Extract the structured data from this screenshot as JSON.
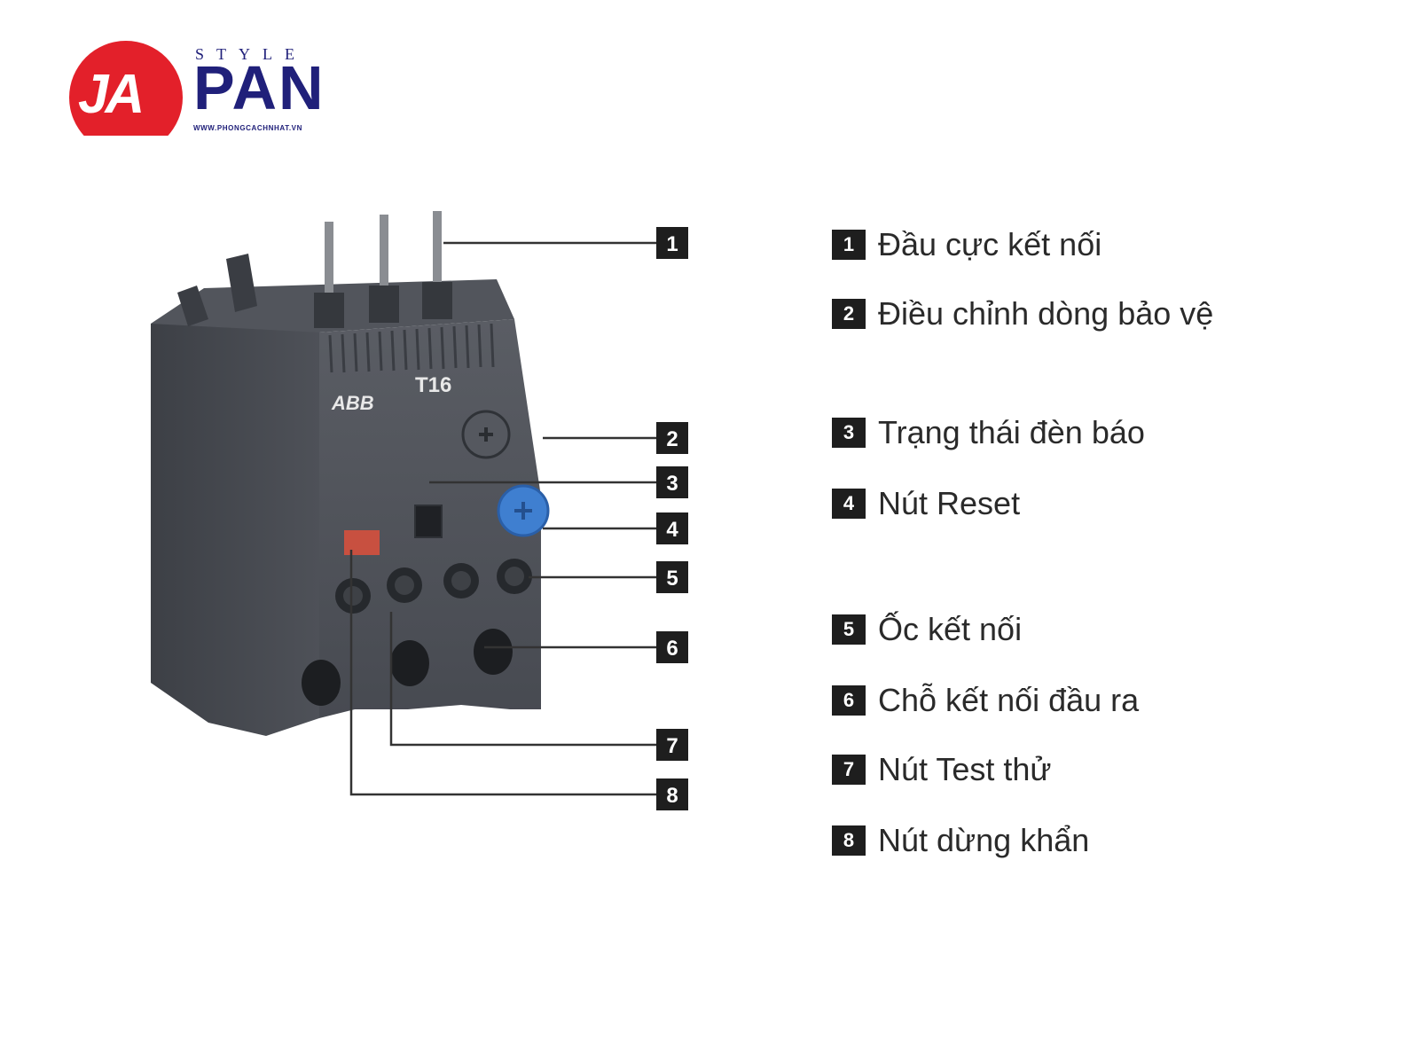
{
  "logo": {
    "style_text": "STYLE",
    "ja_text": "JA",
    "pan_text": "PAN",
    "url": "WWW.PHONGCACHNHAT.VN",
    "colors": {
      "red": "#e3202a",
      "navy": "#20207a"
    }
  },
  "device": {
    "brand": "ABB",
    "model": "T16"
  },
  "callouts": [
    {
      "number": "1"
    },
    {
      "number": "2"
    },
    {
      "number": "3"
    },
    {
      "number": "4"
    },
    {
      "number": "5"
    },
    {
      "number": "6"
    },
    {
      "number": "7"
    },
    {
      "number": "8"
    }
  ],
  "legend": [
    {
      "number": "1",
      "label": "Đầu cực kết nối"
    },
    {
      "number": "2",
      "label": "Điều chỉnh dòng bảo vệ"
    },
    {
      "number": "3",
      "label": "Trạng thái đèn báo"
    },
    {
      "number": "4",
      "label": "Nút Reset"
    },
    {
      "number": "5",
      "label": "Ốc kết nối"
    },
    {
      "number": "6",
      "label": "Chỗ kết nối đầu ra"
    },
    {
      "number": "7",
      "label": "Nút Test thử"
    },
    {
      "number": "8",
      "label": "Nút dừng khẩn"
    }
  ],
  "colors": {
    "badge": "#1e1e1e",
    "device": "#4b4e55",
    "reset_button": "#3f7fd0"
  }
}
